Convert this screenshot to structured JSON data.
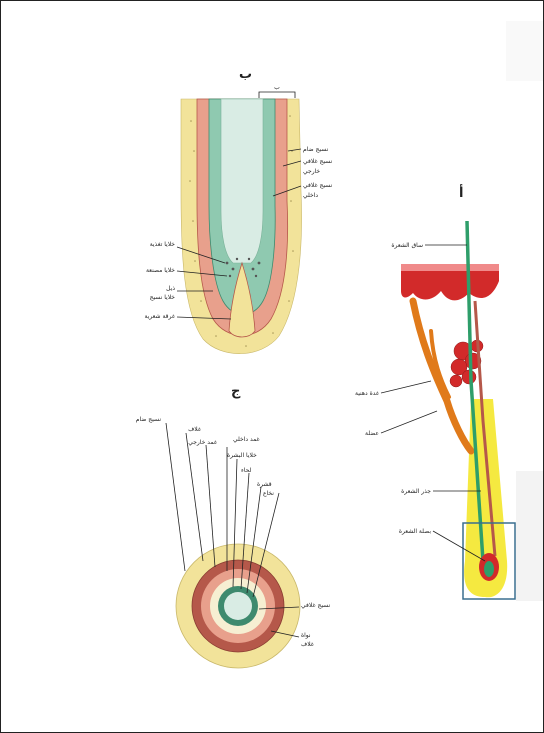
{
  "panels": {
    "b": {
      "letter": "ب",
      "top_bracket_label": "ب",
      "labels": [
        "نسيج ضام",
        "نسيج غلافي",
        "خارجي",
        "نسيج غلافي",
        "داخلي",
        "خلايا تغذية",
        "خلايا مصنعة",
        "ذيل",
        "خلايا نسيج",
        "غرقة شعرية"
      ]
    },
    "c": {
      "letter": "ج",
      "labels": [
        "نسيج ضام",
        "غلاف",
        "غمد خارجي",
        "غمد داخلي",
        "خلايا البشرة",
        "لحاء",
        "قشرة",
        "نخاع",
        "نسيج غلافي",
        "نواة",
        "غلاف"
      ]
    },
    "a": {
      "letter": "أ",
      "labels": [
        "ساق الشعرة",
        "غدة دهنية",
        "عضلة",
        "جذر الشعرة",
        "بصلة الشعرة"
      ]
    }
  },
  "colors": {
    "connective": "#f2e39a",
    "outer_sheath": "#e8a08c",
    "inner_sheath": "#8fc9b0",
    "hair_core": "#d9ece4",
    "epidermis_red": "#d22a2a",
    "root_box": "#3a6f8f"
  }
}
